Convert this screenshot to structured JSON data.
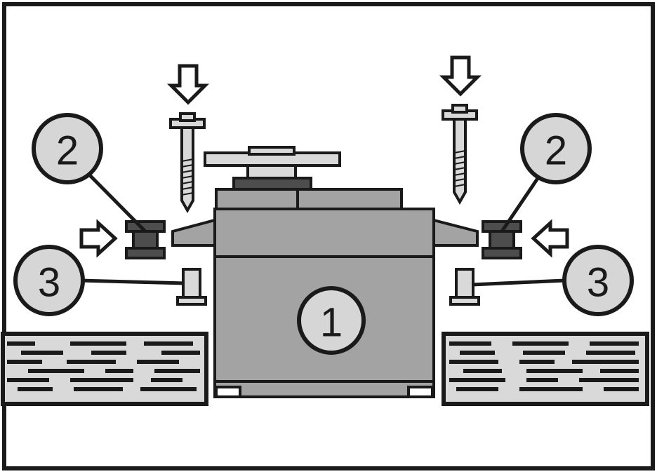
{
  "diagram": {
    "callouts": {
      "servo": "1",
      "grommet_left": "2",
      "grommet_right": "2",
      "eyelet_left": "3",
      "eyelet_right": "3"
    },
    "colors": {
      "outline": "#1a1a1a",
      "servo_body": "#a3a3a3",
      "servo_dark": "#4d4d4d",
      "light_part": "#d9d9d9",
      "callout_fill": "#d6d6d6",
      "background": "#ffffff"
    },
    "icons": [
      "down-arrow-icon",
      "right-arrow-icon",
      "left-arrow-icon",
      "screw-icon",
      "grommet-icon",
      "eyelet-icon"
    ]
  }
}
